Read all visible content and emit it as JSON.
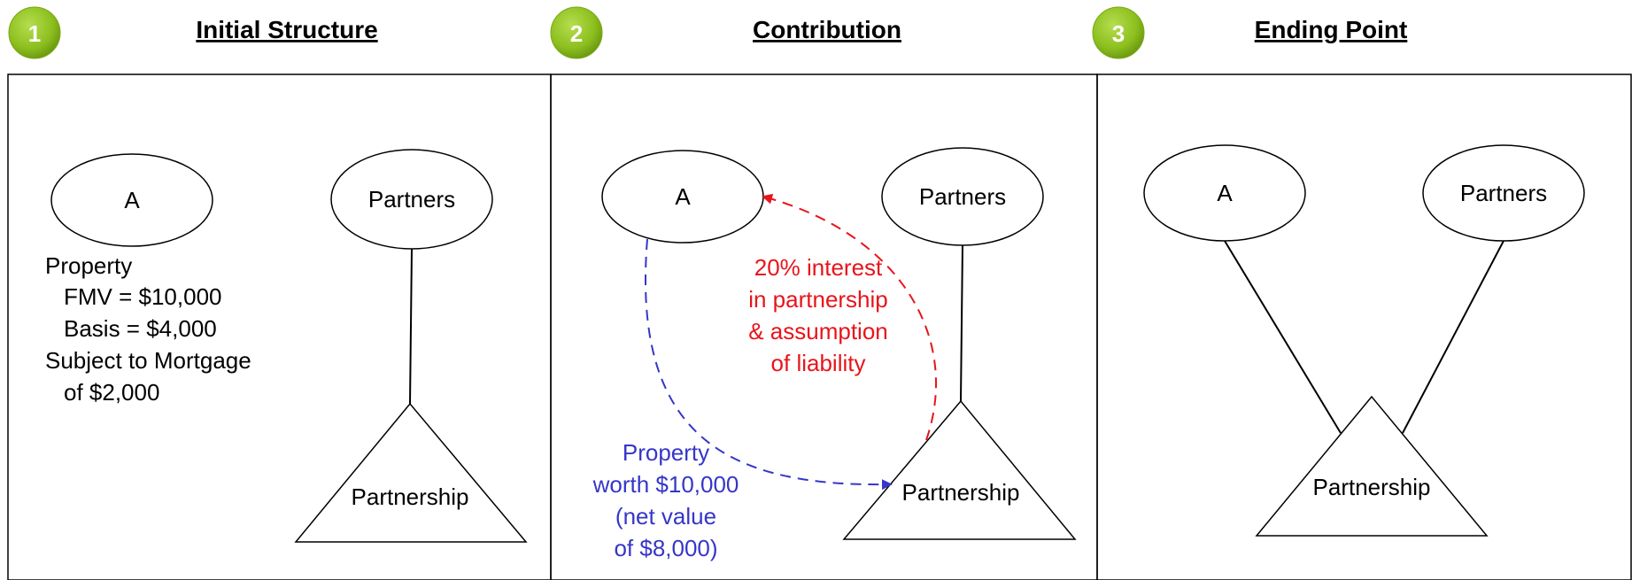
{
  "steps": [
    {
      "number": "1",
      "title": "Initial Structure"
    },
    {
      "number": "2",
      "title": "Contribution"
    },
    {
      "number": "3",
      "title": "Ending Point"
    }
  ],
  "panel1": {
    "node_a": "A",
    "node_partners": "Partners",
    "node_partnership": "Partnership",
    "property_lines": [
      "Property",
      "FMV = $10,000",
      "Basis = $4,000",
      "Subject to Mortgage",
      "of $2,000"
    ]
  },
  "panel2": {
    "node_a": "A",
    "node_partners": "Partners",
    "node_partnership": "Partnership",
    "red_label_lines": [
      "20% interest",
      "in partnership",
      "& assumption",
      "of liability"
    ],
    "blue_label_lines": [
      "Property",
      "worth $10,000",
      "(net value",
      "of $8,000)"
    ]
  },
  "panel3": {
    "node_a": "A",
    "node_partners": "Partners",
    "node_partnership": "Partnership"
  },
  "colors": {
    "badge_green": "#8cbf1e",
    "red_arrow": "#e8141b",
    "blue_arrow": "#3636c8"
  }
}
